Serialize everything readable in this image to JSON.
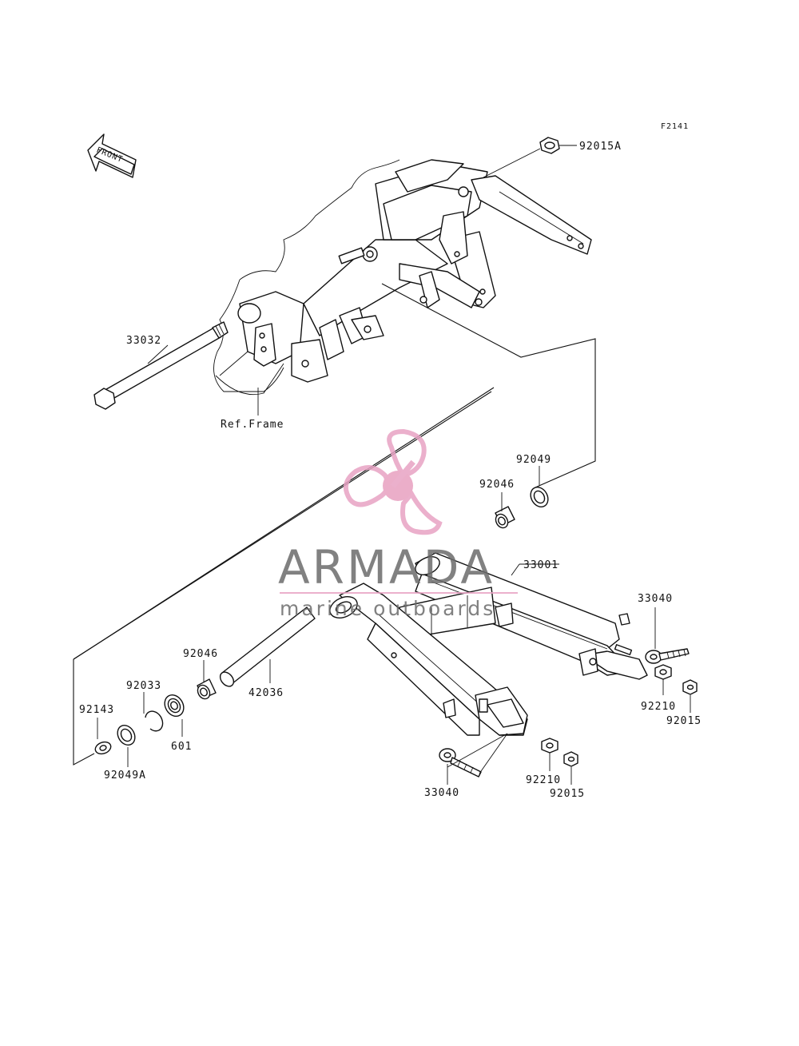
{
  "figure_code": "F2141",
  "front_arrow_label": "FRONT",
  "reference_label": "Ref.Frame",
  "watermark": {
    "brand": "ARMADA",
    "tagline": "marine outboards",
    "colors": {
      "pink": "#e8a3c4",
      "pink_hub": "#e8a0c0",
      "gray": "#6c6c6c"
    }
  },
  "part_numbers": {
    "nut_top": "92015A",
    "pivot_shaft": "33032",
    "seal_right": "92049",
    "bushing_right": "92046",
    "swingarm": "33001",
    "adjuster_right": "33040",
    "bushing_left": "92046",
    "collar": "42036",
    "circlip": "92033",
    "bearing": "601",
    "washer": "92143",
    "seal_left": "92049A",
    "nut_right": "92210",
    "locknut_right": "92015",
    "adjuster_left": "33040",
    "nut_left": "92210",
    "locknut_left": "92015"
  }
}
